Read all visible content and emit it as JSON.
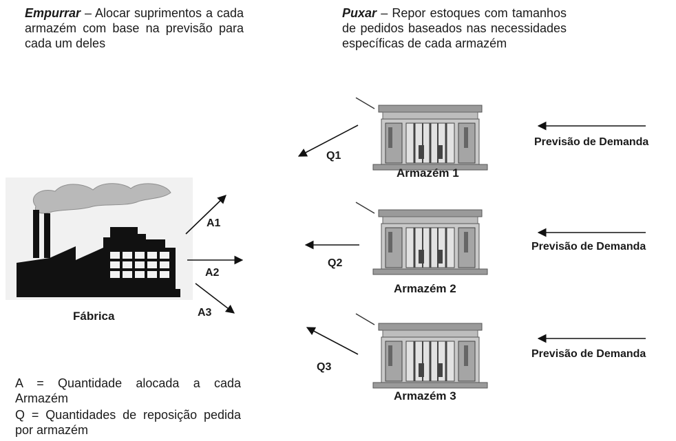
{
  "push": {
    "title": "Empurrar",
    "dash": " – ",
    "text": "Alocar suprimentos a cada armazém com base na previsão para cada um deles"
  },
  "pull": {
    "title": "Puxar",
    "dash": " – ",
    "text": "Repor estoques com tamanhos de pedidos baseados nas necessidades específicas de cada armazém"
  },
  "factory": {
    "label": "Fábrica"
  },
  "allocations": [
    "A1",
    "A2",
    "A3"
  ],
  "warehouses": [
    {
      "name": "Armazém 1",
      "order": "Q1",
      "forecast": "Previsão de Demanda"
    },
    {
      "name": "Armazém 2",
      "order": "Q2",
      "forecast": "Previsão de Demanda"
    },
    {
      "name": "Armazém 3",
      "order": "Q3",
      "forecast": "Previsão de Demanda"
    }
  ],
  "legend": {
    "a": "A = Quantidade alocada a cada Armazém",
    "q": "Q = Quantidades de reposição pedida por armazém"
  },
  "icons": [
    "factory-icon",
    "warehouse-icon",
    "arrow-icon"
  ]
}
